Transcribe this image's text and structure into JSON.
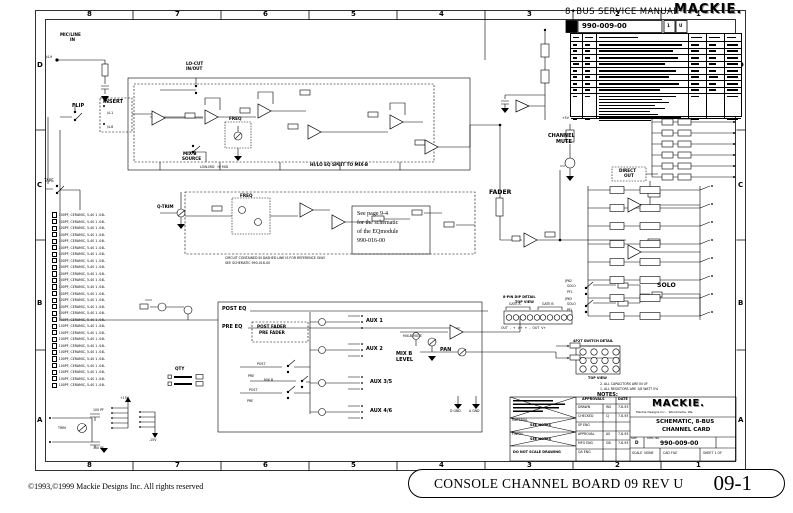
{
  "header": {
    "manual_title": "8•BUS SERVICE MANUAL",
    "logo": "MACKIE.",
    "part_number": "990-009-00",
    "rev_box_1": "1",
    "rev_box_2": "U"
  },
  "grid": {
    "columns": [
      "8",
      "7",
      "6",
      "5",
      "4",
      "3",
      "2",
      "1"
    ],
    "rows": [
      "D",
      "C",
      "B",
      "A"
    ]
  },
  "schematic": {
    "labels": {
      "mic_line_1": "MIC/LINE",
      "mic_line_2": "IN",
      "j4_9": "J4-9",
      "j4_1": "J4-1",
      "j4_8": "J4-8",
      "flip": "FLIP",
      "insert": "INSERT",
      "tape": "TAPE",
      "lo_cut_1": "LO-CUT",
      "lo_cut_2": "IN/OUT",
      "freq_upper": "FREQ",
      "mix_b_source_1": "MIX-B",
      "mix_b_source_2": "SOURCE",
      "low_mid_hi_mid": "LOW-MID   HI MID",
      "q_trim": "Q-TRIM",
      "freq_lower": "FREQ",
      "eq_split": "HI/LO EQ SPLIT TO MIX-B",
      "channel_mute_1": "CHANNEL",
      "channel_mute_2": "MUTE",
      "fader": "FADER",
      "direct_out_1": "DIRECT",
      "direct_out_2": "OUT",
      "p5v": "+5V",
      "solo_header": "SOLO",
      "jp62": "JP62",
      "jp63": "JP63",
      "solo_sw": "SOLO",
      "pfl": "PFL",
      "pan": "PAN",
      "mix_b_level_1": "MIX B",
      "mix_b_level_2": "LEVEL",
      "mix_b_mute": "MIX-B MUTE",
      "post_eq": "POST EQ",
      "pre_eq": "PRE EQ",
      "post_fader": "POST FADER",
      "pre_fader": "PRE FADER",
      "aux_1": "AUX 1",
      "aux_2": "AUX 2",
      "aux_3_5": "AUX 3/5",
      "aux_4_6": "AUX 4/6",
      "sw_post_1": "POST",
      "sw_pre_1": "PRE",
      "sw_mix_b": "MIX B",
      "sw_post_2": "POST",
      "sw_pre_2": "PRE",
      "qty": "QTY",
      "trim": "TRIM",
      "cap_100pf": "100 PF",
      "p15v": "+15V",
      "m15v": "-15V",
      "d_gnd": "D GND",
      "a_gnd": "A GND"
    },
    "see_page_note": [
      "See page 9-4",
      "for the schematic",
      "of the EQmodule",
      "990-016-00"
    ],
    "reference_note": [
      "CIRCUIT CONTAINED IN DASHED LINE IS FOR REFERENCE ONLY",
      "SEE SCHEMATIC 990-016-00"
    ],
    "left_list": {
      "row_text": "100PF, CERAMIC, 5-40 1 .04L"
    }
  },
  "details": {
    "dip": {
      "title": "8-PIN DIP DETAIL",
      "view": "TOP VIEW",
      "gate_a": "GATE A",
      "gate_b": "GATE B",
      "pins": "OUT  -  +  V+  +  -  OUT  V+"
    },
    "switch_detail": {
      "title": "4P2T SWITCH DETAIL",
      "view": "TOP VIEW"
    }
  },
  "notes": {
    "title": "NOTES:",
    "items": [
      "2. ALL CAPACITORS ARE IN UF",
      "1. ALL RESISTORS ARE 1/8 WATT 5%"
    ]
  },
  "title_block": {
    "approvals_header": "APPROVALS",
    "date_header": "DATE",
    "rows": [
      {
        "label": "DRAWN",
        "initials": "WS",
        "date": "7-8-93"
      },
      {
        "label": "CHECKED",
        "initials": "CJ",
        "date": "7-8-93"
      },
      {
        "label": "SP ENG",
        "initials": "",
        "date": ""
      },
      {
        "label": "APPROVAL",
        "initials": "AS",
        "date": "7-8-93"
      },
      {
        "label": "MFG ENG",
        "initials": "GB",
        "date": "7-8-93"
      },
      {
        "label": "QA ENG",
        "initials": "",
        "date": ""
      }
    ],
    "material_label": "MATERIAL",
    "finish_label": "FINISH",
    "see_notes": "SEE NOTES",
    "do_not_scale": "DO NOT SCALE DRAWING",
    "logo": "MACKIE.",
    "company": "Mackie Designs Inc.   Woodinville, Wa.",
    "drawing_title_1": "SCHEMATIC, 8-BUS",
    "drawing_title_2": "CHANNEL CARD",
    "size_label": "SIZE",
    "size": "D",
    "scale": "SCALE  NONE",
    "cad_file": "CAD FILE",
    "dwg_no_label": "DWG. NO.",
    "dwg_no": "990-009-00",
    "sheet": "SHEET 1 OF"
  },
  "footer": {
    "copyright": "©1993,©1999 Mackie Designs Inc. All rights reserved",
    "board_title": "CONSOLE CHANNEL BOARD 09 REV U",
    "page_number": "09-1"
  }
}
